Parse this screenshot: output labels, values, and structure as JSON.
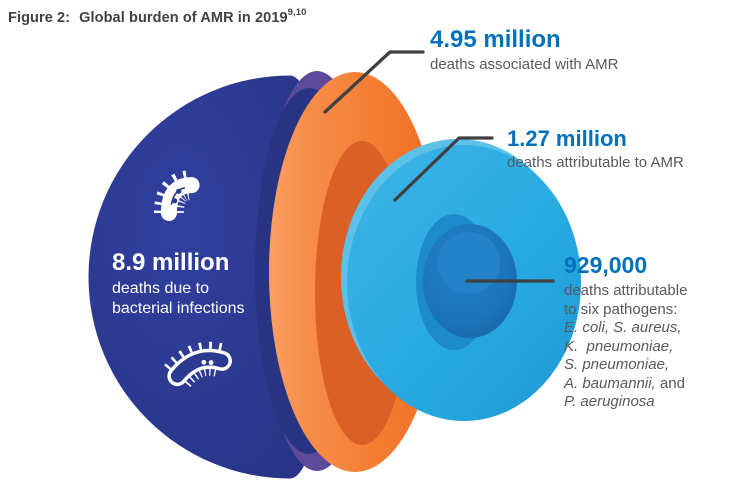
{
  "title": {
    "prefix": "Figure 2:",
    "text": "Global burden of AMR in 2019",
    "superscript": "9,10"
  },
  "colors": {
    "dark_blue_sphere": "#2B3990",
    "purple_rim": "#5C4A9B",
    "orange_ring": "#F5823B",
    "orange_hole": "#DB6026",
    "light_blue_sphere": "#29ABE2",
    "inner_blue_sphere": "#1C75BC",
    "value_text_blue": "#0071BC",
    "body_text_gray": "#58595B",
    "title_gray": "#414042",
    "leader_line": "#3F4042"
  },
  "layers": [
    {
      "name": "all-bacterial-infections",
      "value": "8.9 million",
      "desc_lines": [
        "deaths due to",
        "bacterial infections"
      ],
      "color": "#2B3990"
    },
    {
      "name": "amr-associated",
      "value": "4.95 million",
      "desc": "deaths associated with AMR",
      "color": "#F5823B"
    },
    {
      "name": "amr-attributable",
      "value": "1.27 million",
      "desc": "deaths attributable to AMR",
      "color": "#29ABE2"
    },
    {
      "name": "six-pathogens",
      "value": "929,000",
      "desc_lines": [
        "deaths attributable",
        "to six pathogens:"
      ],
      "pathogen_lines": [
        {
          "italic": "E. coli, S. aureus,",
          "roman": ""
        },
        {
          "italic": "K.  pneumoniae,",
          "roman": ""
        },
        {
          "italic": "S. pneumoniae,",
          "roman": ""
        },
        {
          "italic": "A. baumannii,",
          "roman": " and"
        },
        {
          "italic": "P. aeruginosa",
          "roman": ""
        }
      ],
      "color": "#1C75BC"
    }
  ],
  "icons": [
    {
      "name": "bacteria-icon-filled"
    },
    {
      "name": "bacteria-icon-outline"
    }
  ]
}
